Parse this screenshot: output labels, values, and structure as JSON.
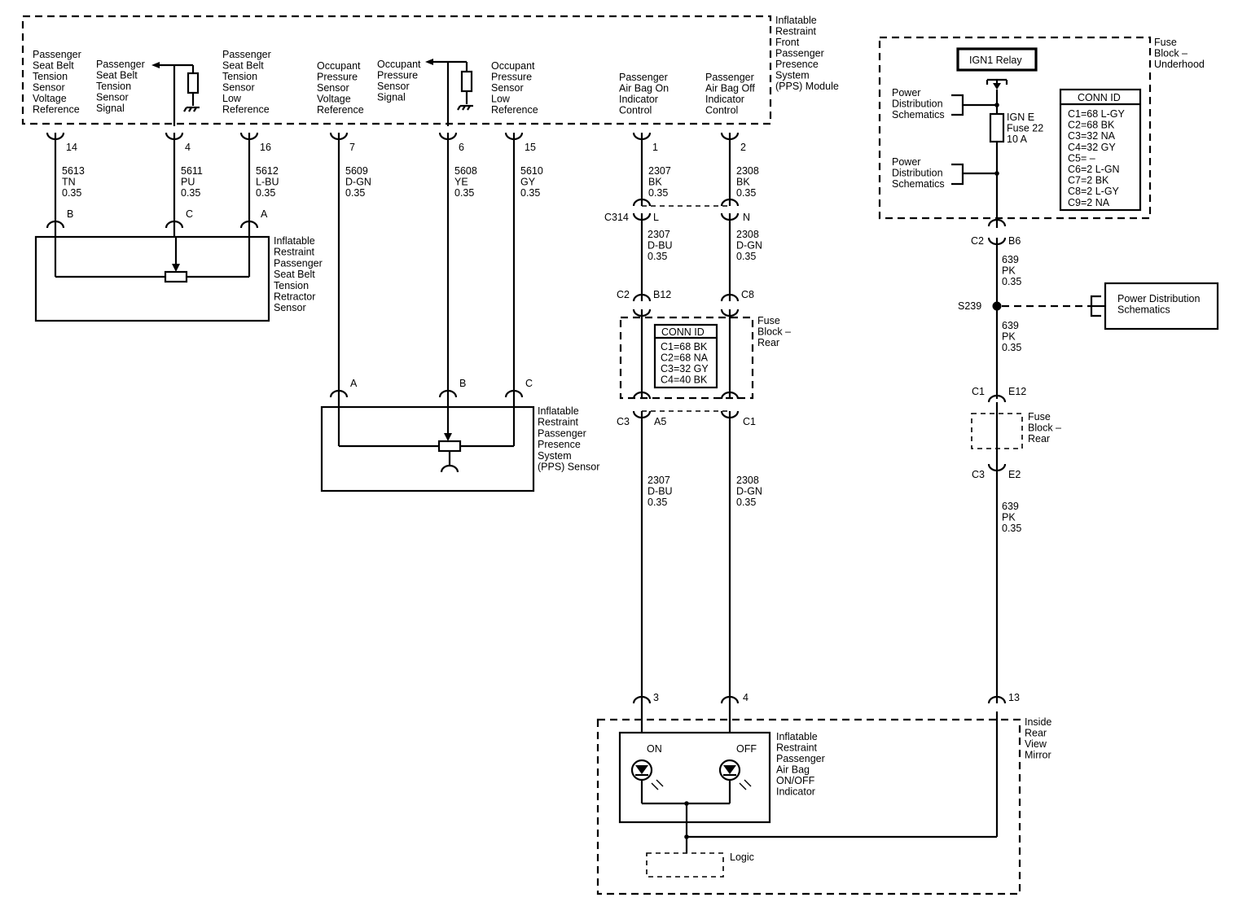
{
  "pps_module": {
    "title": [
      "Inflatable",
      "Restraint",
      "Front",
      "Passenger",
      "Presence",
      "System",
      "(PPS) Module"
    ],
    "circuits": [
      {
        "label": [
          "Passenger",
          "Seat Belt",
          "Tension",
          "Sensor",
          "Voltage",
          "Reference"
        ],
        "pin": "14",
        "circuit": "5613",
        "color": "TN",
        "gauge": "0.35",
        "cavity": "B"
      },
      {
        "label": [
          "Passenger",
          "Seat Belt",
          "Tension",
          "Sensor",
          "Signal"
        ],
        "pin": "4",
        "circuit": "5611",
        "color": "PU",
        "gauge": "0.35",
        "cavity": "C"
      },
      {
        "label": [
          "Passenger",
          "Seat Belt",
          "Tension",
          "Sensor",
          "Low",
          "Reference"
        ],
        "pin": "16",
        "circuit": "5612",
        "color": "L-BU",
        "gauge": "0.35",
        "cavity": "A"
      },
      {
        "label": [
          "Occupant",
          "Pressure",
          "Sensor",
          "Voltage",
          "Reference"
        ],
        "pin": "7",
        "circuit": "5609",
        "color": "D-GN",
        "gauge": "0.35",
        "cavity": "A"
      },
      {
        "label": [
          "Occupant",
          "Pressure",
          "Sensor",
          "Signal"
        ],
        "pin": "6",
        "circuit": "5608",
        "color": "YE",
        "gauge": "0.35",
        "cavity": "B"
      },
      {
        "label": [
          "Occupant",
          "Pressure",
          "Sensor",
          "Low",
          "Reference"
        ],
        "pin": "15",
        "circuit": "5610",
        "color": "GY",
        "gauge": "0.35",
        "cavity": "C"
      },
      {
        "label": [
          "Passenger",
          "Air Bag On",
          "Indicator",
          "Control"
        ],
        "pin": "1",
        "circuit": "2307",
        "color": "BK",
        "gauge": "0.35"
      },
      {
        "label": [
          "Passenger",
          "Air Bag Off",
          "Indicator",
          "Control"
        ],
        "pin": "2",
        "circuit": "2308",
        "color": "BK",
        "gauge": "0.35"
      }
    ]
  },
  "belt_sensor": {
    "title": [
      "Inflatable",
      "Restraint",
      "Passenger",
      "Seat Belt",
      "Tension",
      "Retractor",
      "Sensor"
    ]
  },
  "pps_sensor": {
    "title": [
      "Inflatable",
      "Restraint",
      "Passenger",
      "Presence",
      "System",
      "(PPS) Sensor"
    ]
  },
  "c314": {
    "name": "C314",
    "on": {
      "cavity": "L",
      "circuit": "2307",
      "color": "D-BU",
      "gauge": "0.35"
    },
    "off": {
      "cavity": "N",
      "circuit": "2308",
      "color": "D-GN",
      "gauge": "0.35"
    }
  },
  "fuse_block_rear": {
    "title": [
      "Fuse",
      "Block –",
      "Rear"
    ],
    "top": {
      "on_conn": "C2",
      "on_cavity": "B12",
      "off_conn": "C8"
    },
    "conn_id": {
      "header": "CONN ID",
      "rows": [
        "C1=68 BK",
        "C2=68 NA",
        "C3=32 GY",
        "C4=40 BK"
      ]
    },
    "bottom": {
      "on_conn": "C3",
      "on_cavity": "A5",
      "off_conn": "C1"
    },
    "on_out": {
      "circuit": "2307",
      "color": "D-BU",
      "gauge": "0.35"
    },
    "off_out": {
      "circuit": "2308",
      "color": "D-GN",
      "gauge": "0.35"
    }
  },
  "fuse_block_underhood": {
    "title": [
      "Fuse",
      "Block –",
      "Underhood"
    ],
    "relay": "IGN1 Relay",
    "power_dist_1": [
      "Power",
      "Distribution",
      "Schematics"
    ],
    "power_dist_2": [
      "Power",
      "Distribution",
      "Schematics"
    ],
    "fuse": [
      "IGN E",
      "Fuse 22",
      "10 A"
    ],
    "conn_id": {
      "header": "CONN ID",
      "rows": [
        "C1=68 L-GY",
        "C2=68 BK",
        "C3=32 NA",
        "C4=32 GY",
        "C5= –",
        "C6=2 L-GN",
        "C7=2 BK",
        "C8=2 L-GY",
        "C9=2 NA"
      ]
    }
  },
  "ign_circuit": {
    "c2": {
      "conn": "C2",
      "cavity": "B6"
    },
    "wire1": {
      "circuit": "639",
      "color": "PK",
      "gauge": "0.35"
    },
    "splice": "S239",
    "power_dist_box": [
      "Power Distribution",
      "Schematics"
    ],
    "wire2": {
      "circuit": "639",
      "color": "PK",
      "gauge": "0.35"
    },
    "c1": {
      "conn": "C1",
      "cavity": "E12"
    },
    "fuse_block_rear": [
      "Fuse",
      "Block –",
      "Rear"
    ],
    "c3": {
      "conn": "C3",
      "cavity": "E2"
    },
    "wire3": {
      "circuit": "639",
      "color": "PK",
      "gauge": "0.35"
    }
  },
  "mirror": {
    "title": [
      "Inside",
      "Rear",
      "View",
      "Mirror"
    ],
    "pin_on": "3",
    "pin_off": "4",
    "pin_ign": "13",
    "indicator": [
      "Inflatable",
      "Restraint",
      "Passenger",
      "Air Bag",
      "ON/OFF",
      "Indicator"
    ],
    "on_label": "ON",
    "off_label": "OFF",
    "logic": "Logic"
  }
}
